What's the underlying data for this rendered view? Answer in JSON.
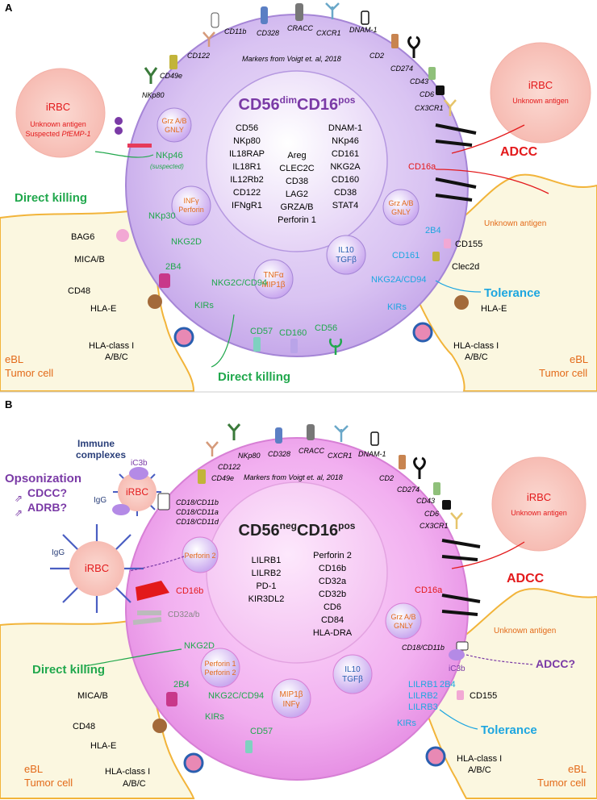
{
  "colors": {
    "cell_fill": "#d8c2f2",
    "cell_stroke": "#9a7fcf",
    "nucleus_fill": "#e7d7f7",
    "pink_cell_fill": "#f0a8ee",
    "pink_nucleus_fill": "#f5c8f3",
    "tumor_fill": "#fbf7e0",
    "tumor_stroke": "#f2b43a",
    "irbc_fill": "#f7c7c0",
    "red": "#e3191b",
    "green": "#21a84d",
    "blue": "#1da6e0",
    "purple": "#7a3aa6",
    "orange": "#e36a19",
    "dark_blue": "#2a3f7a"
  },
  "panel_a": {
    "label": "A",
    "title_main": "CD56",
    "title_sup1": "dim",
    "title_mid": "CD16",
    "title_sup2": "pos",
    "markers_note": "Markers from Voigt et. al, 2018",
    "markers_left": [
      "CD56",
      "NKp80",
      "IL18RAP",
      "IL18R1",
      "IL12Rb2",
      "CD122",
      "IFNgR1"
    ],
    "markers_middle": [
      "Areg",
      "CLEC2C",
      "CD38",
      "LAG2",
      "GRZA/B",
      "Perforin 1"
    ],
    "markers_right": [
      "DNAM-1",
      "NKp46",
      "CD161",
      "NKG2A",
      "CD160",
      "CD38",
      "STAT4"
    ],
    "surface_markers": [
      "CD11b",
      "CD328",
      "CRACC",
      "CXCR1",
      "DNAM-1",
      "CD122",
      "CD2",
      "CD274",
      "CD49e",
      "CD43",
      "NKp80",
      "CD6",
      "CX3CR1"
    ],
    "granules": {
      "grz_gnly_left": [
        "Grz A/B",
        "GNLY"
      ],
      "inf_perforin": [
        "INFγ",
        "Perforin"
      ],
      "grz_gnly_right": [
        "Grz A/B",
        "GNLY"
      ],
      "il10_tgf": [
        "IL10",
        "TGFβ"
      ],
      "tnf_mip": [
        "TNFα",
        "MIP1β"
      ]
    },
    "irbc_left": {
      "title": "iRBC",
      "line1": "Unknown antigen",
      "line2a": "Suspected ",
      "line2b": "PfEMP-1"
    },
    "irbc_right": {
      "title": "iRBC",
      "line1": "Unknown antigen"
    },
    "receptors_left": [
      "NKp46",
      "(suspected)",
      "NKp30",
      "NKG2D",
      "2B4",
      "NKG2C/CD94",
      "KIRs"
    ],
    "bottom_receptors": [
      "CD57",
      "CD160",
      "CD56"
    ],
    "ligands_left": [
      "BAG6",
      "MICA/B",
      "CD48",
      "HLA-E",
      "HLA-class I",
      "A/B/C"
    ],
    "receptors_right": [
      "CD16a",
      "2B4",
      "CD161",
      "NKG2A/CD94",
      "KIRs"
    ],
    "ligands_right": [
      "CD155",
      "Clec2d",
      "HLA-E",
      "HLA-class I",
      "A/B/C"
    ],
    "direct_killing_top": "Direct killing",
    "direct_killing_bottom": "Direct killing",
    "adcc": "ADCC",
    "tolerance": "Tolerance",
    "unknown_antigen": "Unknown antigen",
    "ebl_left": [
      "eBL",
      "Tumor cell"
    ],
    "ebl_right": [
      "eBL",
      "Tumor cell"
    ]
  },
  "panel_b": {
    "label": "B",
    "title_main": "CD56",
    "title_sup1": "neg",
    "title_mid": "CD16",
    "title_sup2": "pos",
    "markers_note": "Markers from Voigt et. al, 2018",
    "markers_left": [
      "LILRB1",
      "LILRB2",
      "PD-1",
      "KIR3DL2"
    ],
    "markers_right": [
      "Perforin 2",
      "CD16b",
      "CD32a",
      "CD32b",
      "CD6",
      "CD84",
      "HLA-DRA"
    ],
    "surface_markers": [
      "NKp80",
      "CD328",
      "CRACC",
      "CXCR1",
      "DNAM-1",
      "CD122",
      "CD2",
      "CD274",
      "CD49e",
      "CD43",
      "CD6",
      "CX3CR1"
    ],
    "immune_complexes": [
      "Immune",
      "complexes"
    ],
    "opsonization": "Opsonization",
    "cdcc": "CDCC?",
    "adrb": "ADRB?",
    "igg": "IgG",
    "ic3b": "iC3b",
    "irbc": "iRBC",
    "cd18_list": [
      "CD18/CD11b",
      "CD18/CD11a",
      "CD18/CD11d"
    ],
    "perforin2": "Perforin 2",
    "cd16b": "CD16b",
    "cd32ab": "CD32a/b",
    "granules": {
      "perforin12": [
        "Perforin 1",
        "Perforin 2"
      ],
      "grz_gnly": [
        "Grz A/B",
        "GNLY"
      ],
      "il10_tgf": [
        "IL10",
        "TGFβ"
      ],
      "mip_inf": [
        "MIP1β",
        "INFγ"
      ]
    },
    "receptors_left": [
      "NKG2D",
      "2B4",
      "NKG2C/CD94",
      "KIRs",
      "CD57"
    ],
    "ligands_left": [
      "MICA/B",
      "CD48",
      "HLA-E",
      "HLA-class I",
      "A/B/C"
    ],
    "receptors_right": [
      "CD16a",
      "CD18/CD11b",
      "2B4",
      "LILRB1",
      "LILRB2",
      "LILRB3",
      "KIRs"
    ],
    "ligands_right": [
      "CD155",
      "HLA-class I",
      "A/B/C"
    ],
    "irbc_right": {
      "title": "iRBC",
      "line1": "Unknown antigen"
    },
    "unknown_antigen": "Unknown antigen",
    "direct_killing": "Direct killing",
    "adcc": "ADCC",
    "adcc_q": "ADCC?",
    "tolerance": "Tolerance",
    "ebl_left": [
      "eBL",
      "Tumor cell"
    ],
    "ebl_right": [
      "eBL",
      "Tumor cell"
    ]
  }
}
